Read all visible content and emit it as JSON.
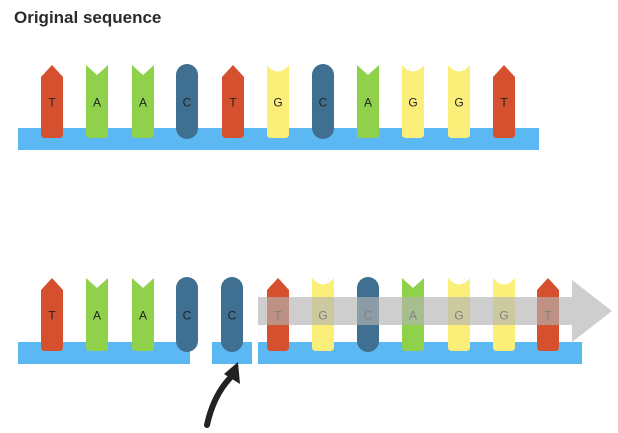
{
  "title": "Original sequence",
  "colors": {
    "T": "#d4502f",
    "A": "#8fd14a",
    "C": "#3f6f91",
    "G": "#fbef7a",
    "backbone": "#5cb8f2",
    "arrow": "#b3b3b3",
    "pointer": "#222222"
  },
  "original_sequence": [
    "T",
    "A",
    "A",
    "C",
    "T",
    "G",
    "C",
    "A",
    "G",
    "G",
    "T"
  ],
  "mutated_sequence": [
    "T",
    "A",
    "A",
    "C",
    "C",
    "T",
    "G",
    "C",
    "A",
    "G",
    "G",
    "T"
  ],
  "inserted_base_index": 4
}
